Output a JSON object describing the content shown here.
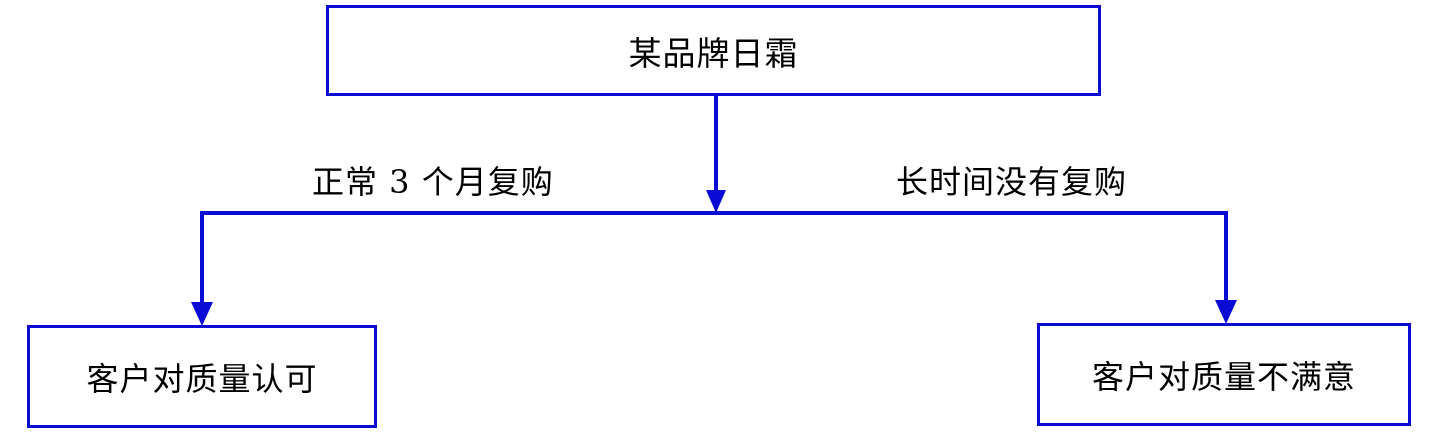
{
  "diagram": {
    "root": {
      "label": "某品牌日霜"
    },
    "branches": [
      {
        "edge_label": "正常 3 个月复购",
        "target_label": "客户对质量认可"
      },
      {
        "edge_label": "长时间没有复购",
        "target_label": "客户对质量不满意"
      }
    ],
    "colors": {
      "line": "#0b0bd6",
      "box_border": "#0b0bd6",
      "text": "#000000",
      "background": "#ffffff"
    }
  }
}
